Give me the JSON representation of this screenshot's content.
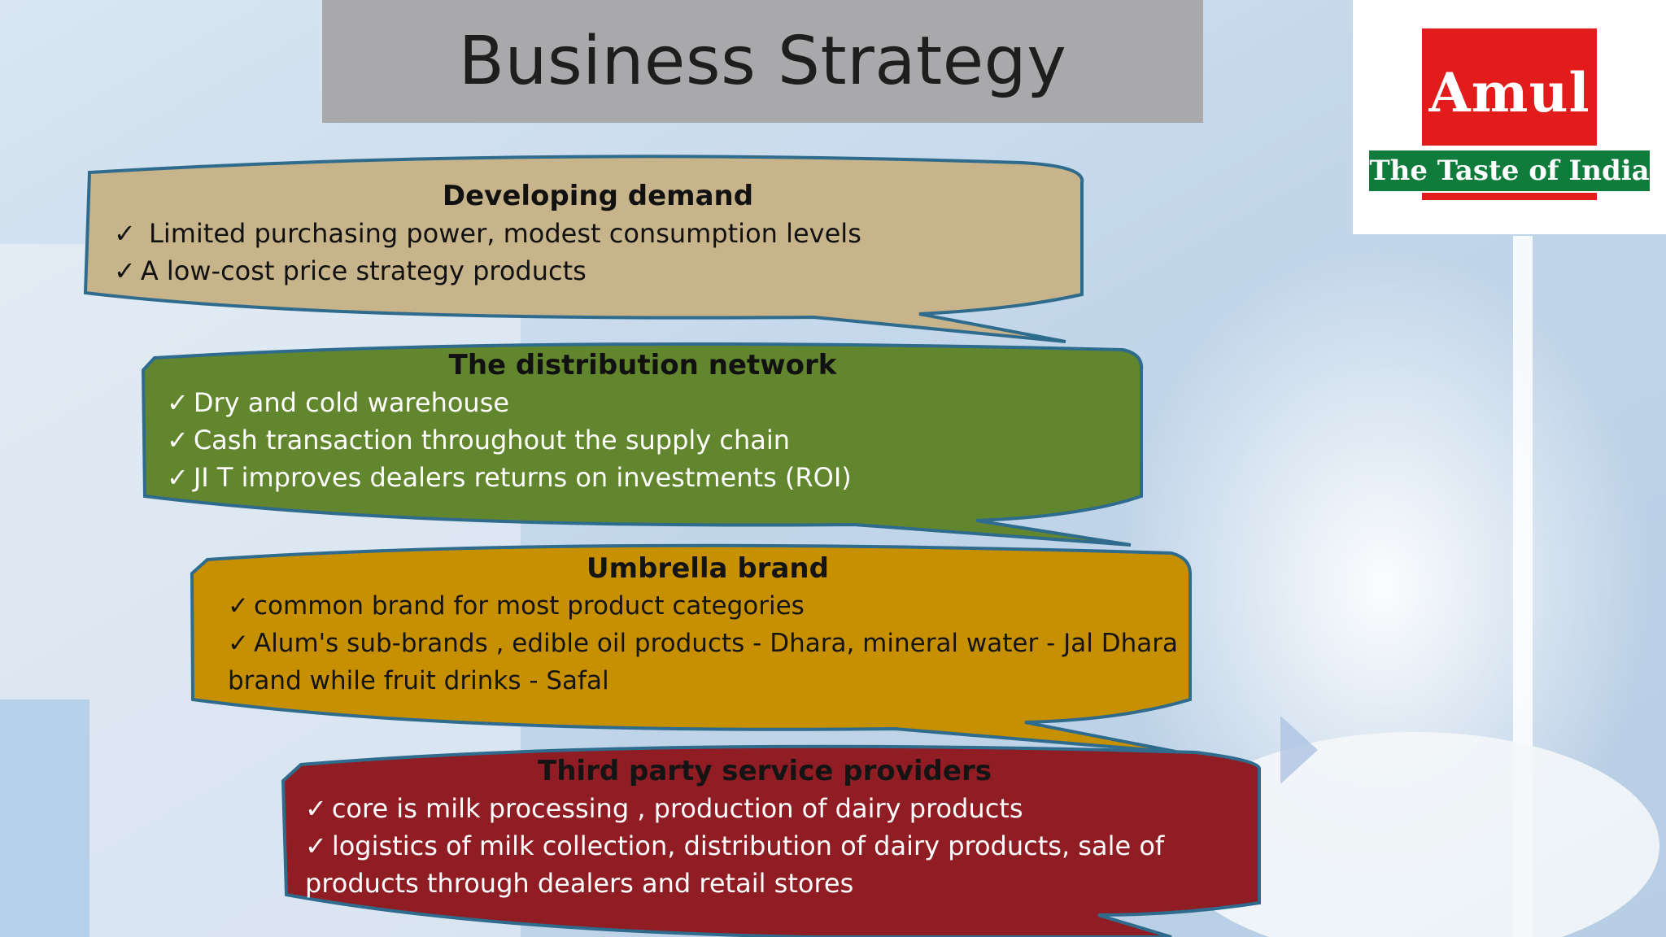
{
  "slide": {
    "title": "Business Strategy"
  },
  "logo": {
    "brand": "Amul",
    "tagline": "The Taste of India"
  },
  "colors": {
    "box1": "#c8b48a",
    "box2": "#62862e",
    "box3": "#c79000",
    "box4": "#8f1d23",
    "outline": "#2f6b8c",
    "title_bar": "#a9a9ab"
  },
  "check_mark": "✓",
  "boxes": [
    {
      "heading": "Developing demand",
      "items": [
        " Limited purchasing power, modest consumption levels",
        "A low-cost price strategy products"
      ]
    },
    {
      "heading": "The distribution network",
      "items": [
        "Dry and cold warehouse",
        "Cash transaction throughout the supply chain",
        "JI T improves dealers returns on investments (ROI)"
      ]
    },
    {
      "heading": "Umbrella brand",
      "items": [
        "common brand for most product categories",
        "Alum's sub-brands , edible oil products - Dhara, mineral water - Jal Dhara brand while fruit drinks - Safal"
      ]
    },
    {
      "heading": "Third party service providers",
      "items": [
        "core is milk processing , production of dairy products",
        "logistics of milk collection, distribution of dairy products, sale of products through dealers and retail stores"
      ]
    }
  ]
}
